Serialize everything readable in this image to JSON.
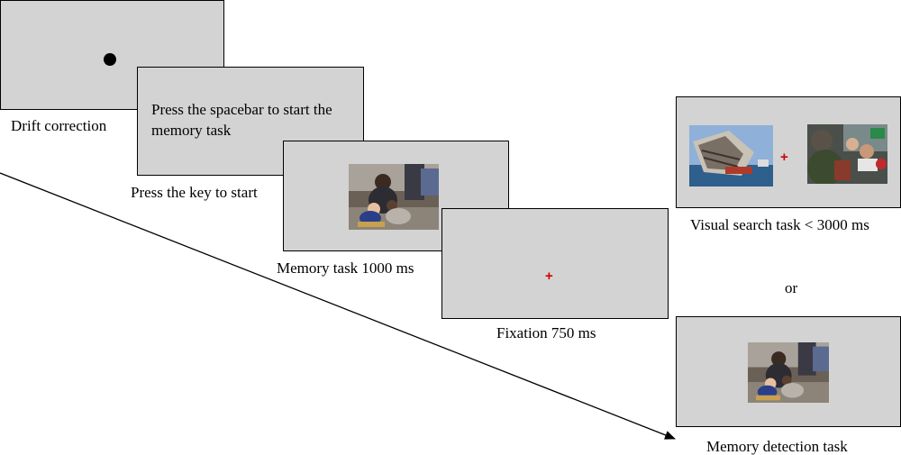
{
  "steps": {
    "drift": {
      "caption": "Drift correction"
    },
    "press": {
      "screen_text": "Press the spacebar to start the memory task",
      "caption": "Press the key to start"
    },
    "memory": {
      "caption": "Memory task 1000 ms"
    },
    "fixation": {
      "symbol": "+",
      "caption": "Fixation 750 ms"
    },
    "visual_search": {
      "symbol": "+",
      "caption": "Visual search task < 3000 ms"
    },
    "or_label": "or",
    "memory_detection": {
      "caption": "Memory detection task"
    }
  },
  "colors": {
    "screen_bg": "#d3d3d3",
    "fixation_cross": "#d40000"
  }
}
